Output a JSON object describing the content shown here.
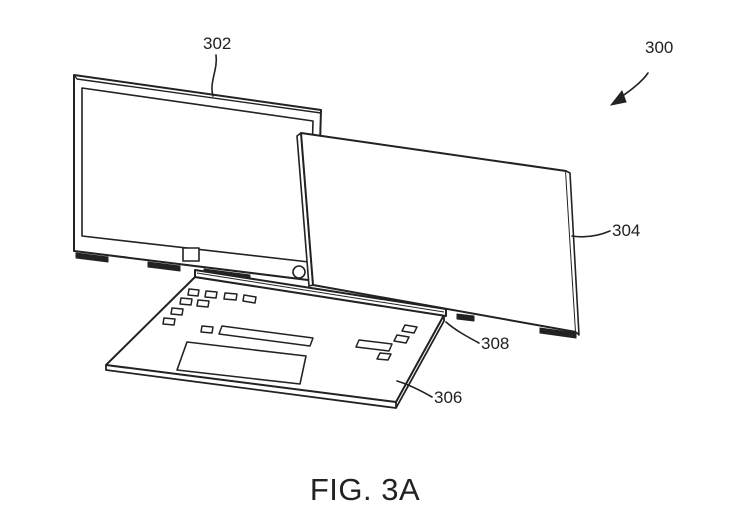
{
  "figure": {
    "caption": "FIG. 3A",
    "references": {
      "device": "300",
      "first_display": "302",
      "second_display": "304",
      "base": "306",
      "hinge": "308"
    }
  },
  "colors": {
    "line": "#222222",
    "screen_fill": "#ffffff"
  }
}
